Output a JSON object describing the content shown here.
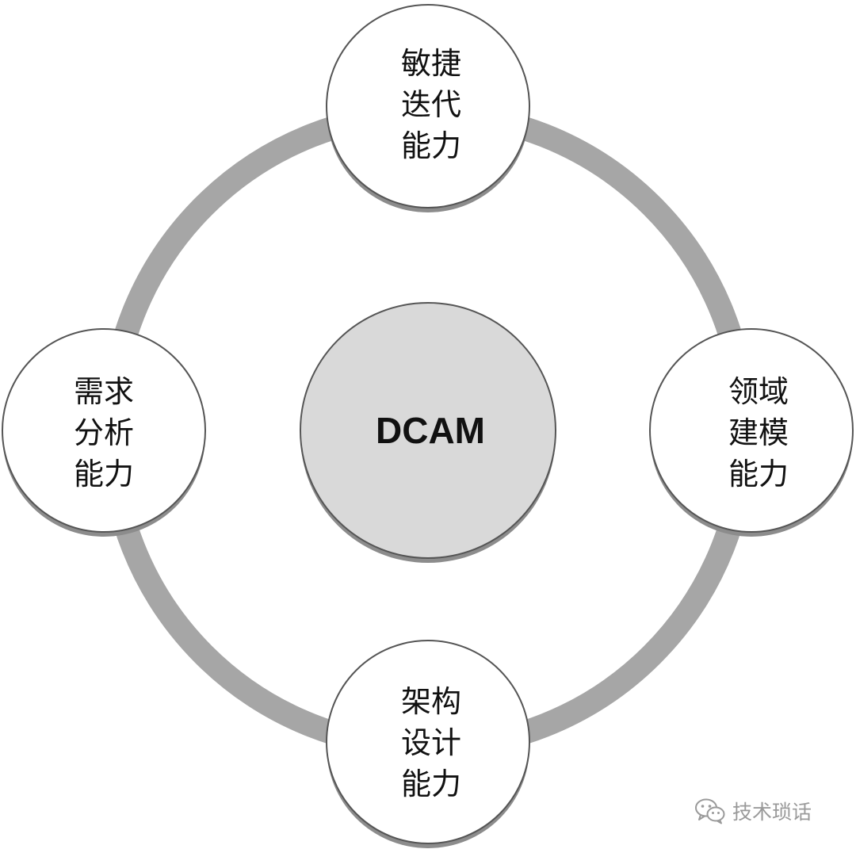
{
  "center": {
    "label": "DCAM"
  },
  "nodes": [
    {
      "id": "top",
      "lines": [
        "敏捷",
        "迭代",
        "能力"
      ]
    },
    {
      "id": "right",
      "lines": [
        "领域",
        "建模",
        "能力"
      ]
    },
    {
      "id": "bottom",
      "lines": [
        "架构",
        "设计",
        "能力"
      ]
    },
    {
      "id": "left",
      "lines": [
        "需求",
        "分析",
        "能力"
      ]
    }
  ],
  "watermark": {
    "text": "技术琐话",
    "icon": "wechat-icon"
  },
  "colors": {
    "ring": "#a6a6a6",
    "node_fill": "#ffffff",
    "node_stroke": "#555555",
    "center_fill": "#d9d9d9",
    "shadow": "#8c8c8c",
    "watermark": "#9a9a9a"
  }
}
